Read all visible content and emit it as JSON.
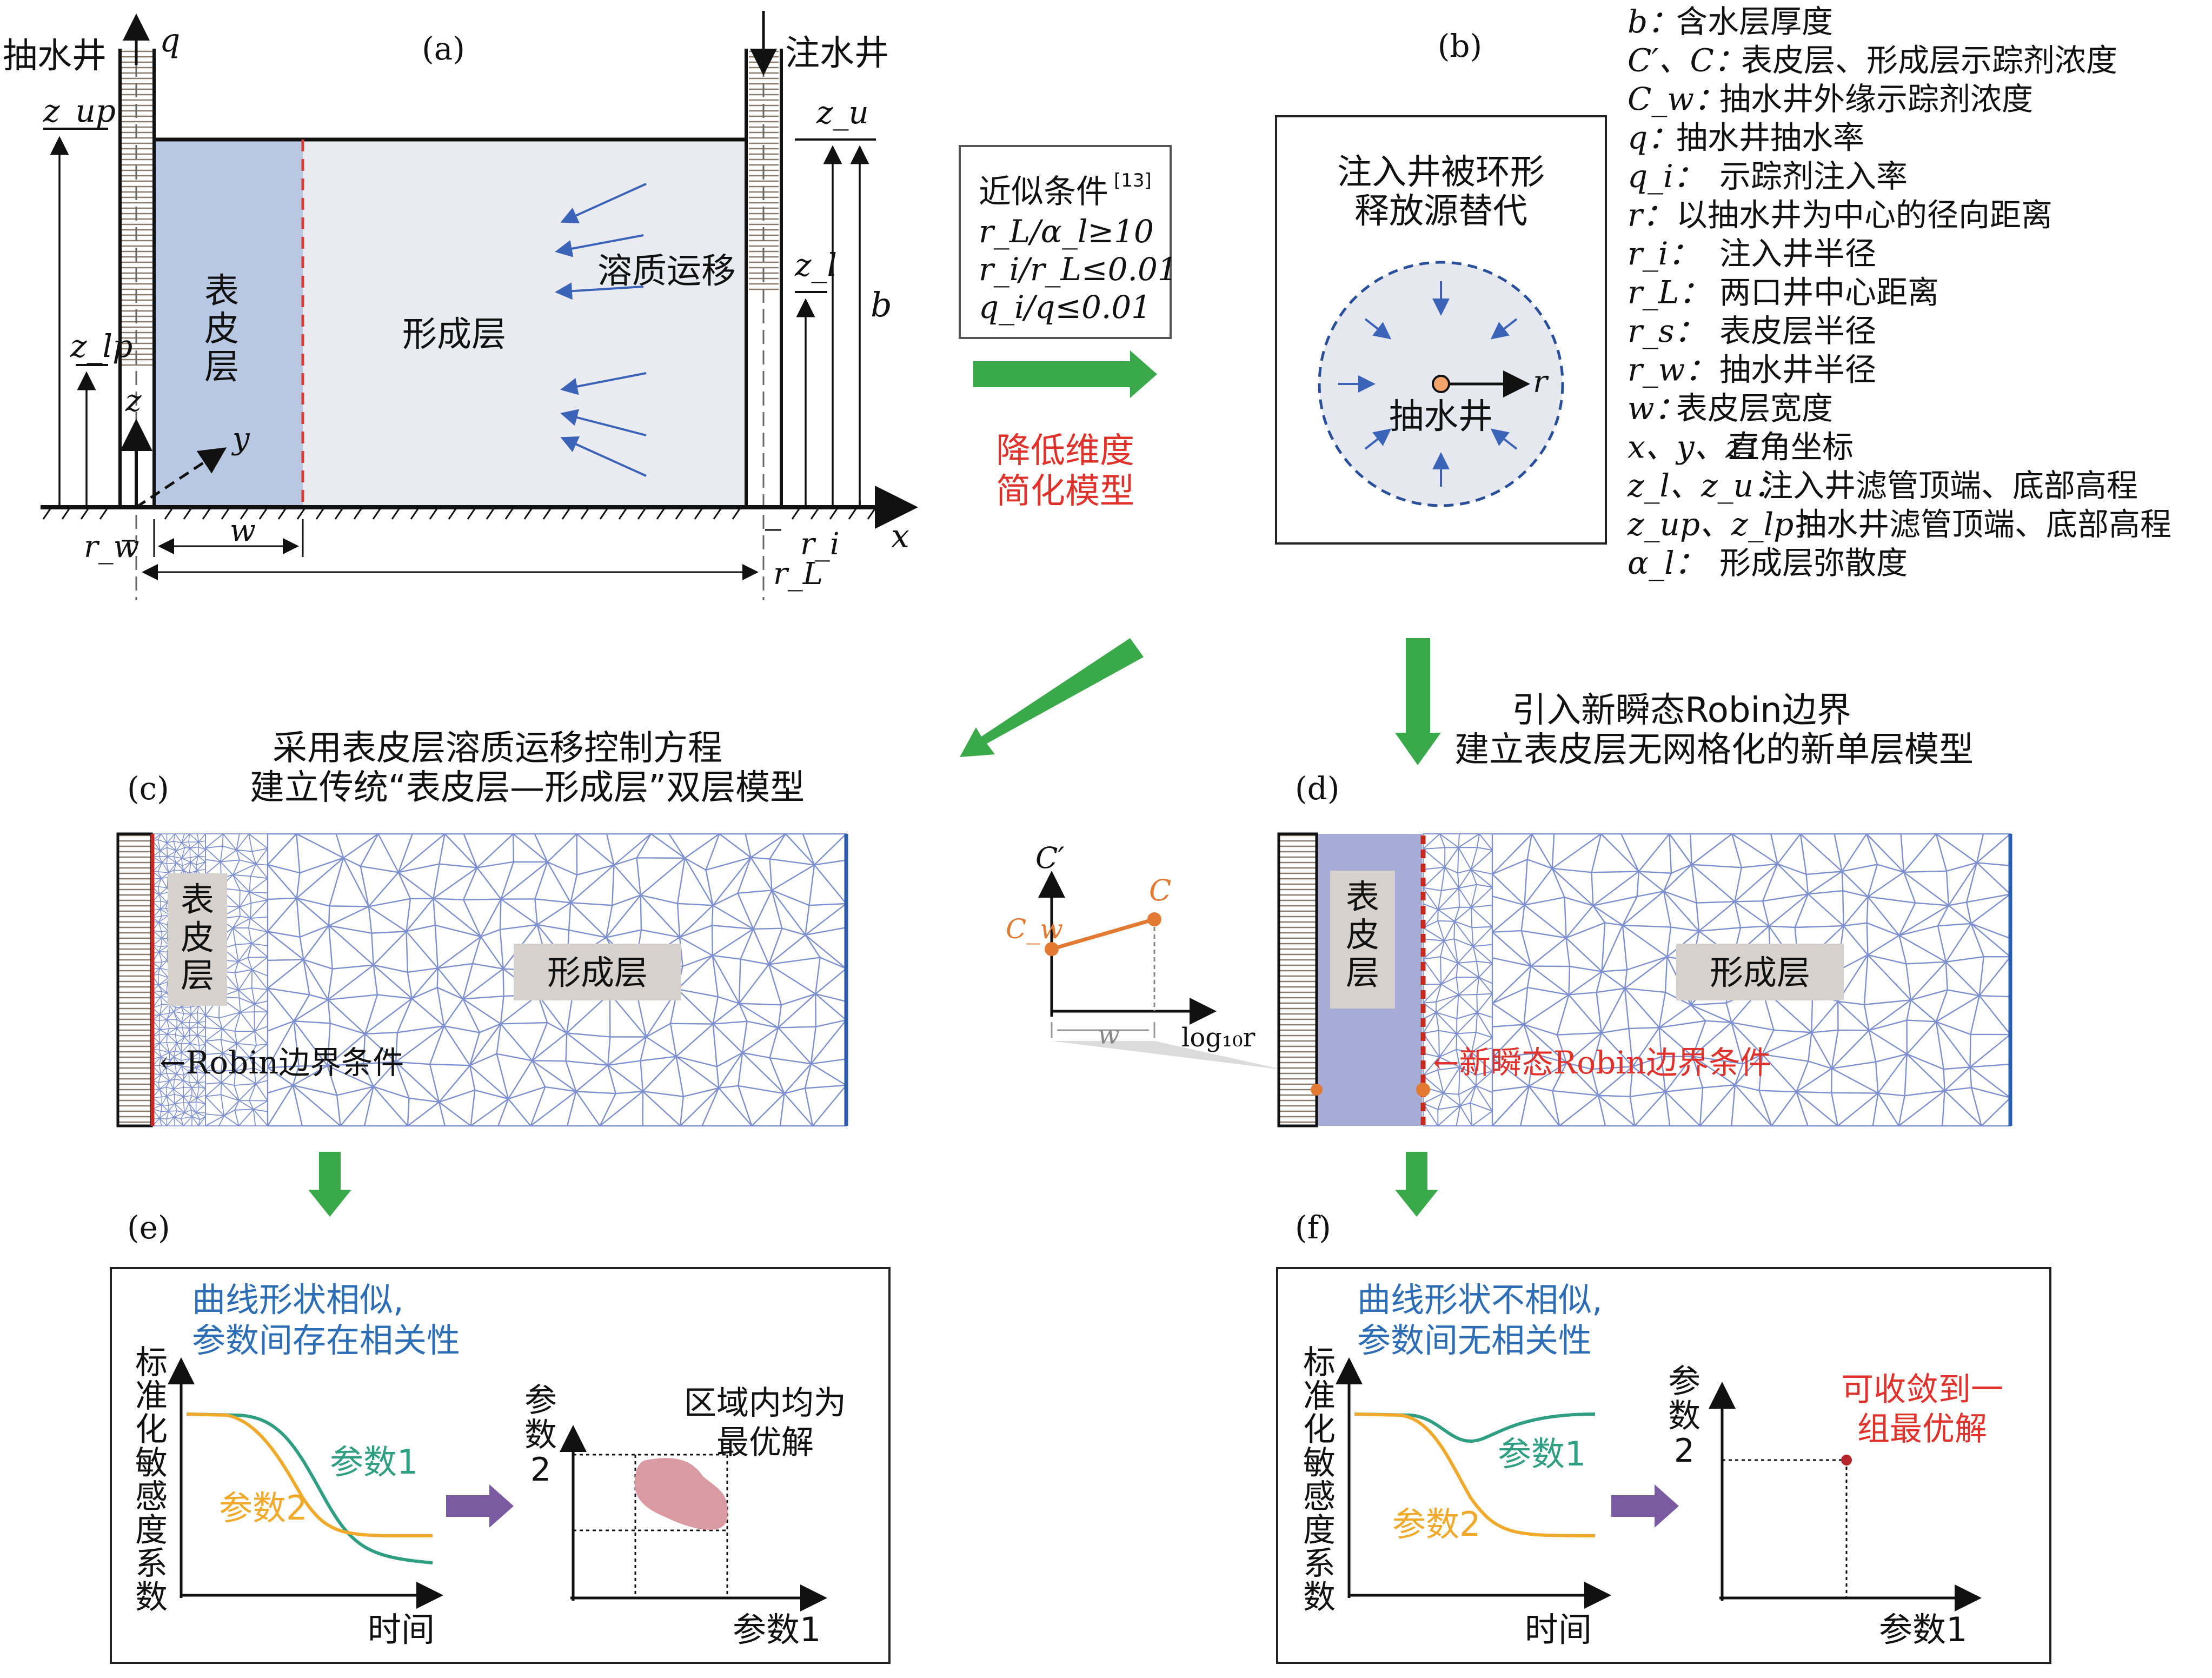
{
  "panel_a": {
    "label": "(a)",
    "pump_well": "抽水井",
    "inject_well": "注水井",
    "q": "q",
    "z_up": "z_up",
    "z_lp": "z_lp",
    "z_u": "z_u",
    "z_l": "z_l",
    "b": "b",
    "z": "z",
    "y": "y",
    "x": "x",
    "skin": [
      "表",
      "皮",
      "层"
    ],
    "formation": "形成层",
    "transport": "溶质运移",
    "r_w": "r_w",
    "w": "w",
    "r_i": "r_i",
    "r_L": "r_L"
  },
  "approx": {
    "title": "近似条件",
    "ref": "[13]",
    "c1": "r_L/α_l≥10",
    "c2": "r_i/r_L≤0.01",
    "c3": "q_i/q≤0.01",
    "caption1": "降低维度",
    "caption2": "简化模型"
  },
  "panel_b": {
    "label": "(b)",
    "text1": "注入井被环形",
    "text2": "释放源替代",
    "r": "r",
    "well": "抽水井"
  },
  "legend": [
    {
      "sym": "b：",
      "desc": "含水层厚度"
    },
    {
      "sym": "C′、C：",
      "desc": "表皮层、形成层示踪剂浓度"
    },
    {
      "sym": "C_w：",
      "desc": "抽水井外缘示踪剂浓度"
    },
    {
      "sym": "q：",
      "desc": "抽水井抽水率"
    },
    {
      "sym": "q_i：",
      "desc": "示踪剂注入率"
    },
    {
      "sym": "r：",
      "desc": "以抽水井为中心的径向距离"
    },
    {
      "sym": "r_i：",
      "desc": "注入井半径"
    },
    {
      "sym": "r_L：",
      "desc": "两口井中心距离"
    },
    {
      "sym": "r_s：",
      "desc": "表皮层半径"
    },
    {
      "sym": "r_w：",
      "desc": "抽水井半径"
    },
    {
      "sym": "w：",
      "desc": "表皮层宽度"
    },
    {
      "sym": "x、y、z：",
      "desc": "直角坐标"
    },
    {
      "sym": "z_l、z_u：",
      "desc": "注入井滤管顶端、底部高程"
    },
    {
      "sym": "z_up、z_lp：",
      "desc": "抽水井滤管顶端、底部高程"
    },
    {
      "sym": "α_l：",
      "desc": "形成层弥散度"
    }
  ],
  "panel_c": {
    "label": "(c)",
    "title1": "采用表皮层溶质运移控制方程",
    "title2": "建立传统“表皮层—形成层”双层模型",
    "skin": [
      "表",
      "皮",
      "层"
    ],
    "formation": "形成层",
    "robin": "←Robin边界条件"
  },
  "panel_d": {
    "label": "(d)",
    "title1": "引入新瞬态Robin边界",
    "title2": "建立表皮层无网格化的新单层模型",
    "skin": [
      "表",
      "皮",
      "层"
    ],
    "formation": "形成层",
    "robin": "←新瞬态Robin边界条件"
  },
  "inset": {
    "cprime": "C′",
    "c": "C",
    "cw": "C_w",
    "w": "w",
    "xlab": "log₁₀r"
  },
  "panel_e": {
    "label": "(e)",
    "note1": "曲线形状相似,",
    "note2": "参数间存在相关性",
    "ylab": [
      "标",
      "准",
      "化",
      "敏",
      "感",
      "度",
      "系",
      "数"
    ],
    "p1": "参数1",
    "p2": "参数2",
    "time": "时间",
    "p2lab": [
      "参",
      "数",
      "2"
    ],
    "region1": "区域内均为",
    "region2": "最优解",
    "x2": "参数1"
  },
  "panel_f": {
    "label": "(f)",
    "note1": "曲线形状不相似,",
    "note2": "参数间无相关性",
    "ylab": [
      "标",
      "准",
      "化",
      "敏",
      "感",
      "度",
      "系",
      "数"
    ],
    "p1": "参数1",
    "p2": "参数2",
    "time": "时间",
    "p2lab": [
      "参",
      "数",
      "2"
    ],
    "conv1": "可收敛到一",
    "conv2": "组最优解",
    "x2": "参数1"
  },
  "colors": {
    "skin_blue": "#b9c8e2",
    "formation_bg": "#e9ebf1",
    "mesh": "#7e90cf",
    "green": "#3aa94a",
    "red": "#e0312b",
    "orange": "#e27a33",
    "teal": "#2f9e82",
    "amber": "#f0a92a",
    "purple": "#7a5aa0",
    "pink": "#d99aa1",
    "note_blue": "#2c6db5"
  }
}
